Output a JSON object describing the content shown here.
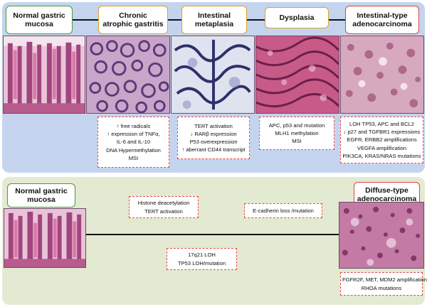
{
  "top_row": {
    "stages": [
      {
        "label_lines": [
          "Normal gastric",
          "mucosa"
        ]
      },
      {
        "label_lines": [
          "Chronic",
          "atrophic gastritis"
        ]
      },
      {
        "label_lines": [
          "Intestinal",
          "metaplasia"
        ]
      },
      {
        "label_lines": [
          "Dysplasia"
        ]
      },
      {
        "label_lines": [
          "Intestinal-type",
          "adenocarcinoma"
        ]
      }
    ],
    "notes": [
      [
        "↑ free radicals",
        "↑ expression of TNFα,",
        "IL-6 and IL-10",
        "DNA Hypermethylation",
        "MSI"
      ],
      [
        "TERT activation",
        "↓ RARβ  expression",
        "P53 overexpression",
        "↑ aberrant CD44 transcript"
      ],
      [
        "APC, p53 and mutation",
        "MLH1 methylation",
        "MSI"
      ],
      [
        "LOH TP53, APC and BCL2",
        "↓ p27 and TGFBR1 expressions",
        "EGFR, ERBB2 amplifications",
        "VEGFA amplification",
        "PIK3CA, KRAS/NRAS mutations"
      ]
    ]
  },
  "bottom_row": {
    "stages": [
      {
        "label_lines": [
          "Normal gastric",
          "mucosa"
        ]
      },
      {
        "label_lines": [
          "Diffuse-type",
          "adenocarcinoma"
        ]
      }
    ],
    "notes": [
      [
        "Histone deacetylation",
        "TERT activation"
      ],
      [
        "E-cadherin loss /mutation"
      ],
      [
        "17q21 LOH",
        "TP53 LOH/mutation"
      ],
      [
        "FGFR2F, MET, MDM2 amplifications",
        "RHOA mutations"
      ]
    ]
  },
  "colors": {
    "top_panel": "#c5d4ee",
    "bottom_panel": "#e3ead2",
    "border_green": "#4a9a3c",
    "border_amber": "#e0a02a",
    "border_red": "#d9453f",
    "note_border": "#e04a4a"
  }
}
